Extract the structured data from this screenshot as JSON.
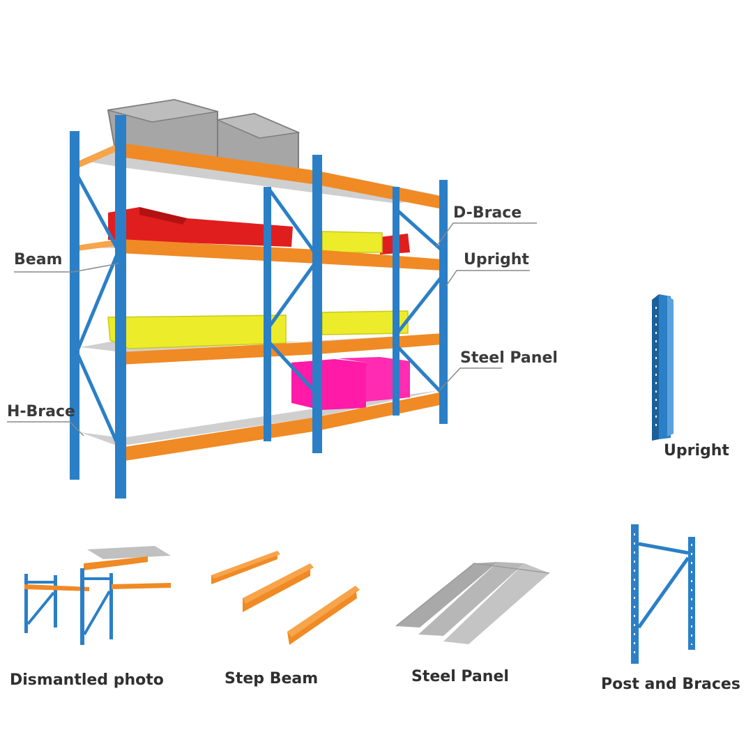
{
  "colors": {
    "upright_blue": "#2b7fc6",
    "upright_blue_dark": "#1d5f99",
    "beam_orange": "#f08a24",
    "beam_orange_light": "#f7a44a",
    "panel_gray": "#c9c9c9",
    "bin_red": "#e01e1e",
    "bin_yellow": "#ecec2a",
    "box_magenta": "#ff1aa8",
    "crate_gray": "#9a9a9a",
    "leader_line": "#888888"
  },
  "callouts": {
    "beam": "Beam",
    "h_brace": "H-Brace",
    "d_brace": "D-Brace",
    "upright": "Upright",
    "steel_panel": "Steel Panel"
  },
  "components": {
    "upright_caption": "Upright",
    "dismantled_caption": "Dismantled photo",
    "step_beam_caption": "Step Beam",
    "steel_panel_caption": "Steel Panel",
    "post_braces_caption": "Post and Braces"
  },
  "icons": {
    "rack": "shelving-rack-illustration",
    "upright": "upright-post-illustration",
    "dismantled": "dismantled-rack-illustration",
    "step_beam": "step-beam-illustration",
    "steel_panel": "steel-panel-illustration",
    "post_braces": "post-and-braces-illustration"
  }
}
